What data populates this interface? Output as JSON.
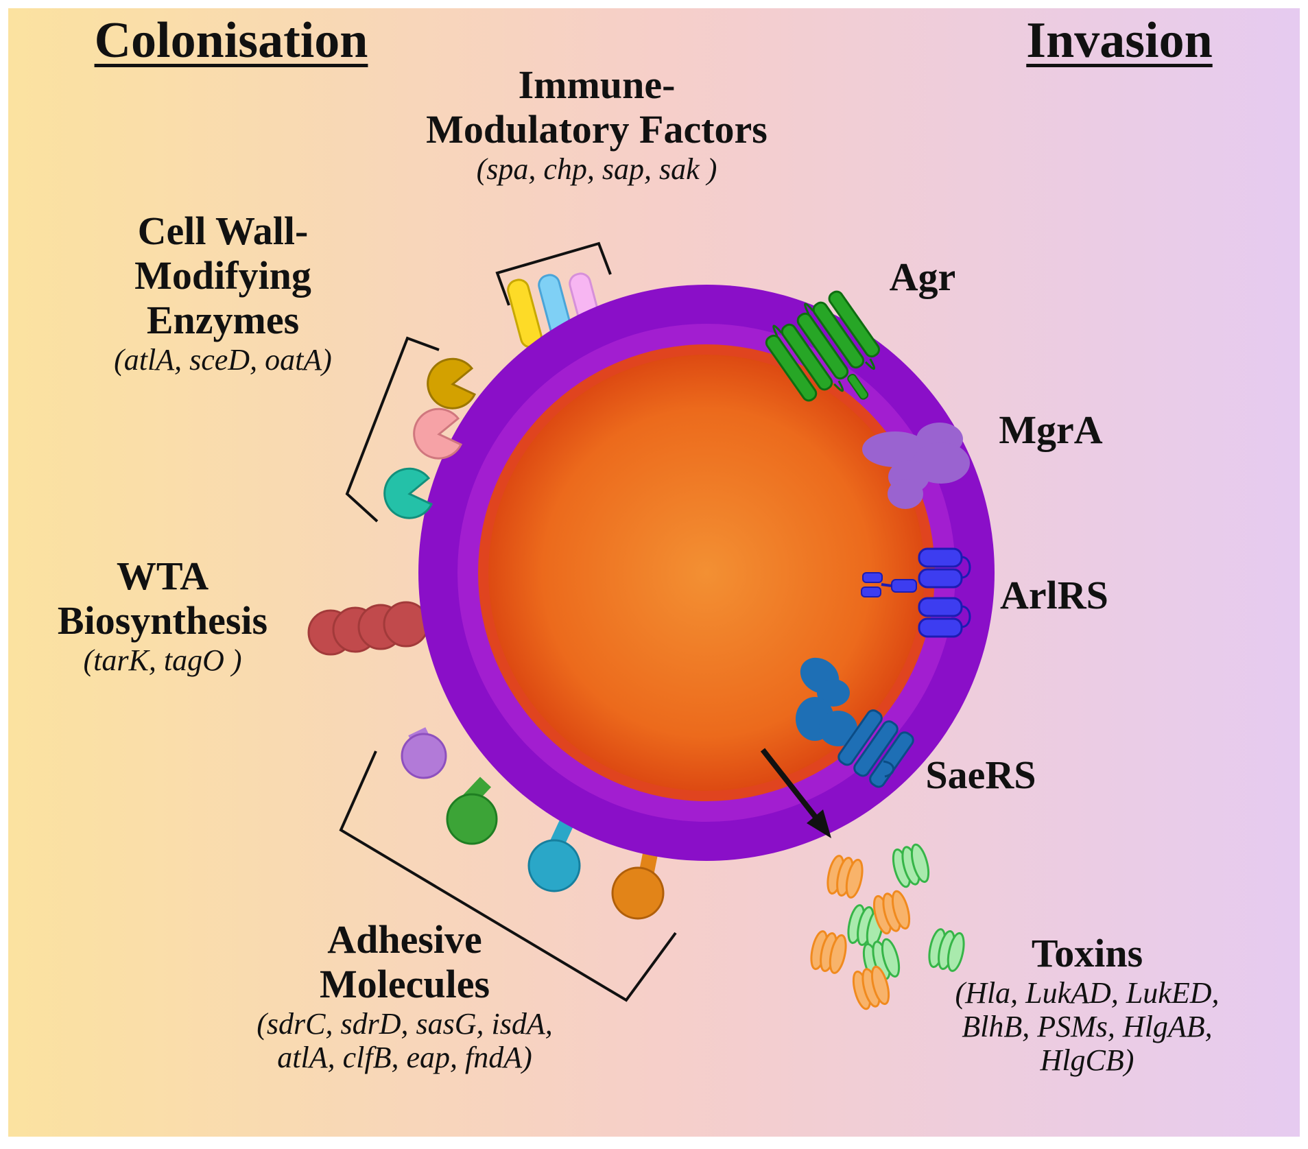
{
  "headings": {
    "left": "Colonisation",
    "right": "Invasion"
  },
  "groups": {
    "immune": {
      "title_1": "Immune-",
      "title_2": "Modulatory Factors",
      "genes": "(spa, chp, sap, sak )"
    },
    "cell_wall": {
      "title_1": "Cell Wall-",
      "title_2": "Modifying",
      "title_3": "Enzymes",
      "genes": "(atlA, sceD, oatA)"
    },
    "wta": {
      "title_1": "WTA",
      "title_2": "Biosynthesis",
      "genes": "(tarK, tagO )"
    },
    "adhesive": {
      "title_1": "Adhesive",
      "title_2": "Molecules",
      "genes_1": "(sdrC, sdrD, sasG, isdA,",
      "genes_2": "atlA, clfB, eap, fndA)"
    },
    "toxins": {
      "title": "Toxins",
      "genes_1": "(Hla, LukAD, LukED,",
      "genes_2": "BlhB, PSMs, HlgAB,",
      "genes_3": "HlgCB)"
    }
  },
  "regulators": {
    "agr": "Agr",
    "mgra": "MgrA",
    "arlrs": "ArlRS",
    "saers": "SaeRS"
  },
  "colors": {
    "bg_left": "#FBE2A0",
    "bg_mid": "#F6CFC9",
    "bg_right": "#E6CBF0",
    "cell_wall": "#8A0FC8",
    "membrane": "#A21ED0",
    "cytoplasm_edge": "#E0441F",
    "cytoplasm_core": "#F39033"
  }
}
